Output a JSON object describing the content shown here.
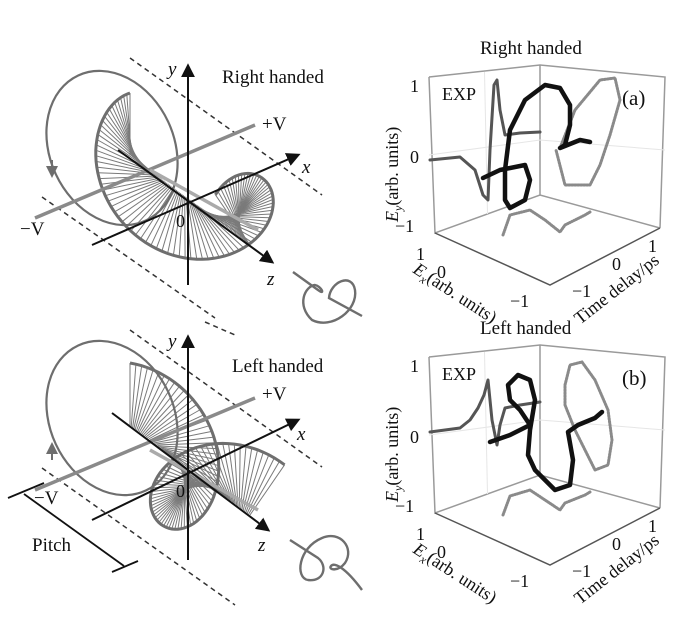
{
  "colors": {
    "ink": "#111111",
    "helix": "#6e6e6e",
    "projection": "#8a8a8a",
    "box": "#9a9a9a",
    "dashed": "#333333"
  },
  "panels": [
    {
      "id": "top-left",
      "title": "Right handed",
      "axis_labels": {
        "y": "y",
        "x": "x",
        "z": "z",
        "origin": "0"
      },
      "voltage_plus": "+V",
      "voltage_minus": "−V",
      "handedness": "right"
    },
    {
      "id": "bottom-left",
      "title": "Left handed",
      "axis_labels": {
        "y": "y",
        "x": "x",
        "z": "z",
        "origin": "0"
      },
      "voltage_plus": "+V",
      "voltage_minus": "−V",
      "pitch_label": "Pitch",
      "handedness": "left"
    }
  ],
  "chart_data": [
    {
      "type": "line",
      "panel_label": "(a)",
      "title": "Right handed",
      "annotation": "EXP",
      "ylabel": "Ey (arb. units)",
      "xlabel": "Ex (arb. units)",
      "zlabel": "Time delay/ps",
      "ey_ticks": [
        "1",
        "0",
        "−1"
      ],
      "ex_ticks": [
        "1",
        "0",
        "−1"
      ],
      "t_ticks": [
        "−1",
        "0",
        "1"
      ],
      "ylim": [
        -1,
        1
      ],
      "xlim": [
        -1,
        1
      ],
      "tlim": [
        -1,
        1
      ],
      "series": [
        {
          "name": "3D trajectory",
          "style": "black dots"
        },
        {
          "name": "Ey vs time projection",
          "style": "gray"
        },
        {
          "name": "Ex vs time projection",
          "style": "gray"
        },
        {
          "name": "Ey vs Ex projection",
          "style": "gray"
        }
      ]
    },
    {
      "type": "line",
      "panel_label": "(b)",
      "title": "Left handed",
      "annotation": "EXP",
      "ylabel": "Ey (arb. units)",
      "xlabel": "Ex (arb. units)",
      "zlabel": "Time delay/ps",
      "ey_ticks": [
        "1",
        "0",
        "−1"
      ],
      "ex_ticks": [
        "1",
        "0",
        "−1"
      ],
      "t_ticks": [
        "−1",
        "0",
        "1"
      ],
      "ylim": [
        -1,
        1
      ],
      "xlim": [
        -1,
        1
      ],
      "tlim": [
        -1,
        1
      ],
      "series": [
        {
          "name": "3D trajectory",
          "style": "black dots"
        },
        {
          "name": "Ey vs time projection",
          "style": "gray"
        },
        {
          "name": "Ex vs time projection",
          "style": "gray"
        },
        {
          "name": "Ey vs Ex projection",
          "style": "gray"
        }
      ]
    }
  ]
}
